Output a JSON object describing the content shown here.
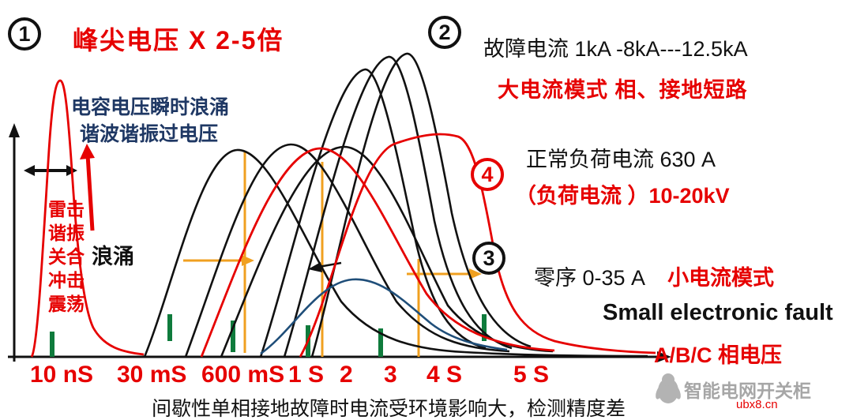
{
  "title": "峰尖电压 X 2-5倍",
  "markers": {
    "m1": "1",
    "m2": "2",
    "m3": "3",
    "m4": "4"
  },
  "annotations": {
    "cap_surge_line1": "电容电压瞬时浪涌",
    "cap_surge_line2": "谐波谐振过电压",
    "left_terms": [
      "雷击",
      "谐振",
      "关合",
      "冲击",
      "震荡"
    ],
    "surge": "浪涌",
    "fault_current": "故障电流 1kA -8kA---12.5kA",
    "big_current_mode": "大电流模式  相、接地短路",
    "normal_load": "正常负荷电流  630 A",
    "load_current": "（负荷电流 ）10-20kV",
    "zero_sequence": "零序  0-35 A",
    "small_current_mode": "小电流模式",
    "small_fault_en": "Small electronic fault",
    "phase_voltage": "A/B/C  相电压",
    "bottom_note": "间歇性单相接地故障时电流受环境影响大，检测精度差"
  },
  "axis": {
    "ticks": [
      "10 nS",
      "30 mS",
      "600 mS",
      "1 S",
      "2",
      "3",
      "4 S",
      "5 S"
    ]
  },
  "watermark": {
    "name": "智能电网开关柜",
    "url": "ubx8.cn"
  },
  "colors": {
    "curve_red": "#e60000",
    "curve_black": "#111111",
    "curve_blue": "#1f4e79",
    "tick_green": "#0f7b3c",
    "guide_orange": "#f0a020",
    "watermark_gray": "#a6a6a6"
  }
}
